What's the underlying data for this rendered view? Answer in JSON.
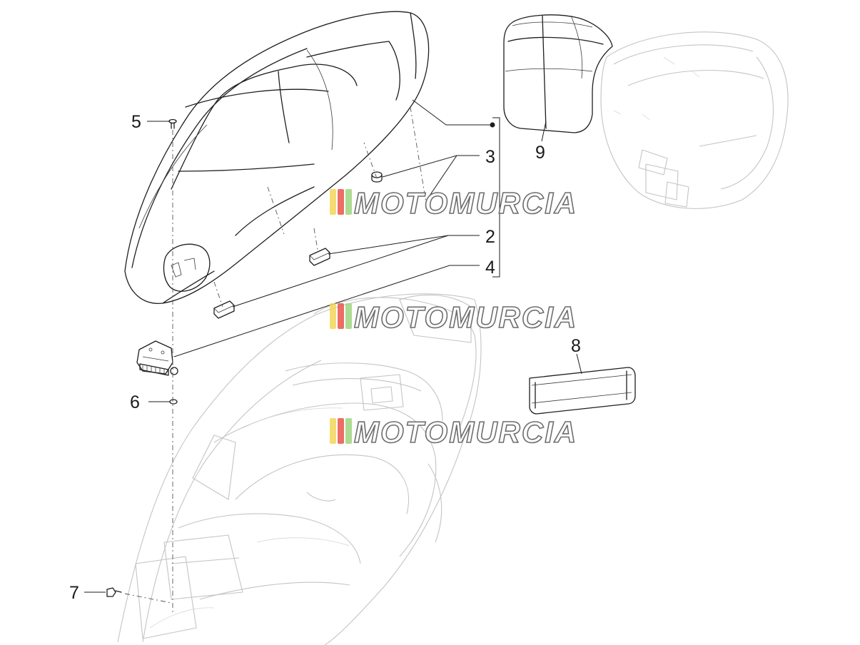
{
  "callouts": [
    {
      "id": "c5",
      "label": "5"
    },
    {
      "id": "c3",
      "label": "3"
    },
    {
      "id": "c2",
      "label": "2"
    },
    {
      "id": "c4",
      "label": "4"
    },
    {
      "id": "c9",
      "label": "9"
    },
    {
      "id": "c8",
      "label": "8"
    },
    {
      "id": "c6",
      "label": "6"
    },
    {
      "id": "c7",
      "label": "7"
    }
  ],
  "watermark": {
    "text": "MOTOMURCIA",
    "stripe_colors": [
      "#f2d65a",
      "#e9554a",
      "#9fd67c"
    ]
  },
  "colors": {
    "line": "#1e1e1e",
    "ghost": "#c4c4c4"
  }
}
